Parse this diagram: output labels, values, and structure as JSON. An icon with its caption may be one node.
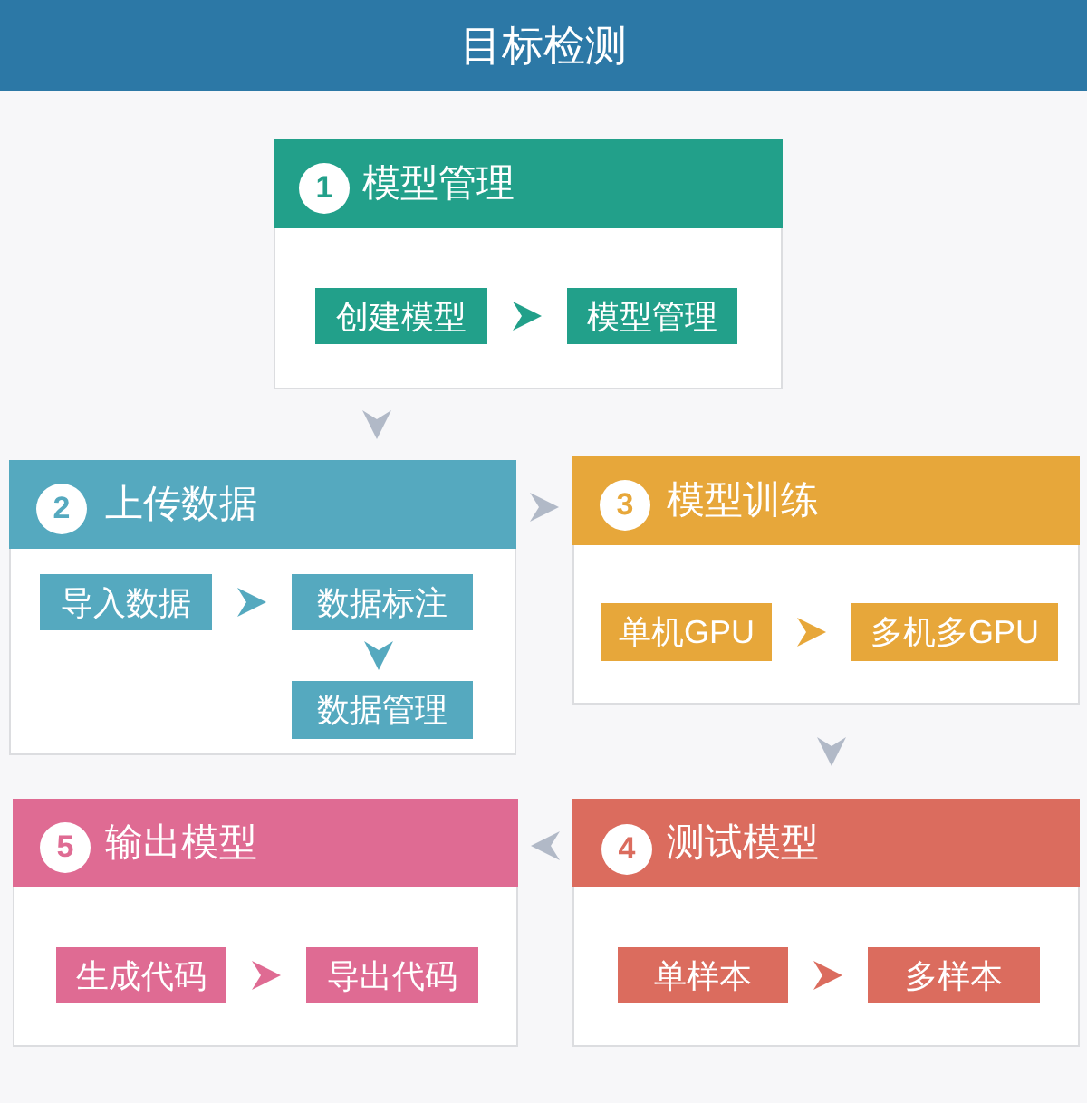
{
  "diagram": {
    "title": "目标检测",
    "nodes": [
      {
        "text": [
          "模型管理"
        ]
      },
      {
        "text": [
          "1"
        ],
        "in": 0
      },
      {
        "text": [
          "创建模型"
        ],
        "in": 0
      },
      {
        "text": [
          "模型管理"
        ],
        "in": 0
      },
      {
        "text": [
          "上传数据"
        ]
      },
      {
        "text": [
          "2"
        ],
        "in": 4
      },
      {
        "text": [
          "导入数据"
        ],
        "in": 4
      },
      {
        "text": [
          "数据标注"
        ],
        "in": 4
      },
      {
        "text": [
          "数据管理"
        ],
        "in": 4
      },
      {
        "text": [
          "模型训练"
        ]
      },
      {
        "text": [
          "3"
        ],
        "in": 9
      },
      {
        "text": [
          "单机GPU"
        ],
        "in": 9
      },
      {
        "text": [
          "多机多GPU"
        ],
        "in": 9
      },
      {
        "text": [
          "输出模型"
        ]
      },
      {
        "text": [
          "5"
        ],
        "in": 13
      },
      {
        "text": [
          "生成代码"
        ],
        "in": 13
      },
      {
        "text": [
          "导出代码"
        ],
        "in": 13
      },
      {
        "text": [
          "测试模型"
        ]
      },
      {
        "text": [
          "4"
        ],
        "in": 17
      },
      {
        "text": [
          "单样本"
        ],
        "in": 17
      },
      {
        "text": [
          "多样本"
        ],
        "in": 17
      }
    ],
    "edges": [
      {
        "from": 2,
        "to": 3,
        "arrow": "to",
        "color": "#22a08a"
      },
      {
        "from": 0,
        "to": 4,
        "arrow": "to"
      },
      {
        "from": 6,
        "to": 7,
        "arrow": "to",
        "color": "#55a9bf"
      },
      {
        "from": 7,
        "to": 8,
        "arrow": "to",
        "color": "#55a9bf"
      },
      {
        "from": 4,
        "to": 9,
        "arrow": "to"
      },
      {
        "from": 11,
        "to": 12,
        "arrow": "to",
        "color": "#e7a73a"
      },
      {
        "from": 9,
        "to": 17,
        "arrow": "to"
      },
      {
        "from": 17,
        "to": 13,
        "arrow": "to"
      },
      {
        "from": 15,
        "to": 16,
        "arrow": "to",
        "color": "#df6b93"
      },
      {
        "from": 19,
        "to": 20,
        "arrow": "to",
        "color": "#db6c5e"
      }
    ]
  }
}
